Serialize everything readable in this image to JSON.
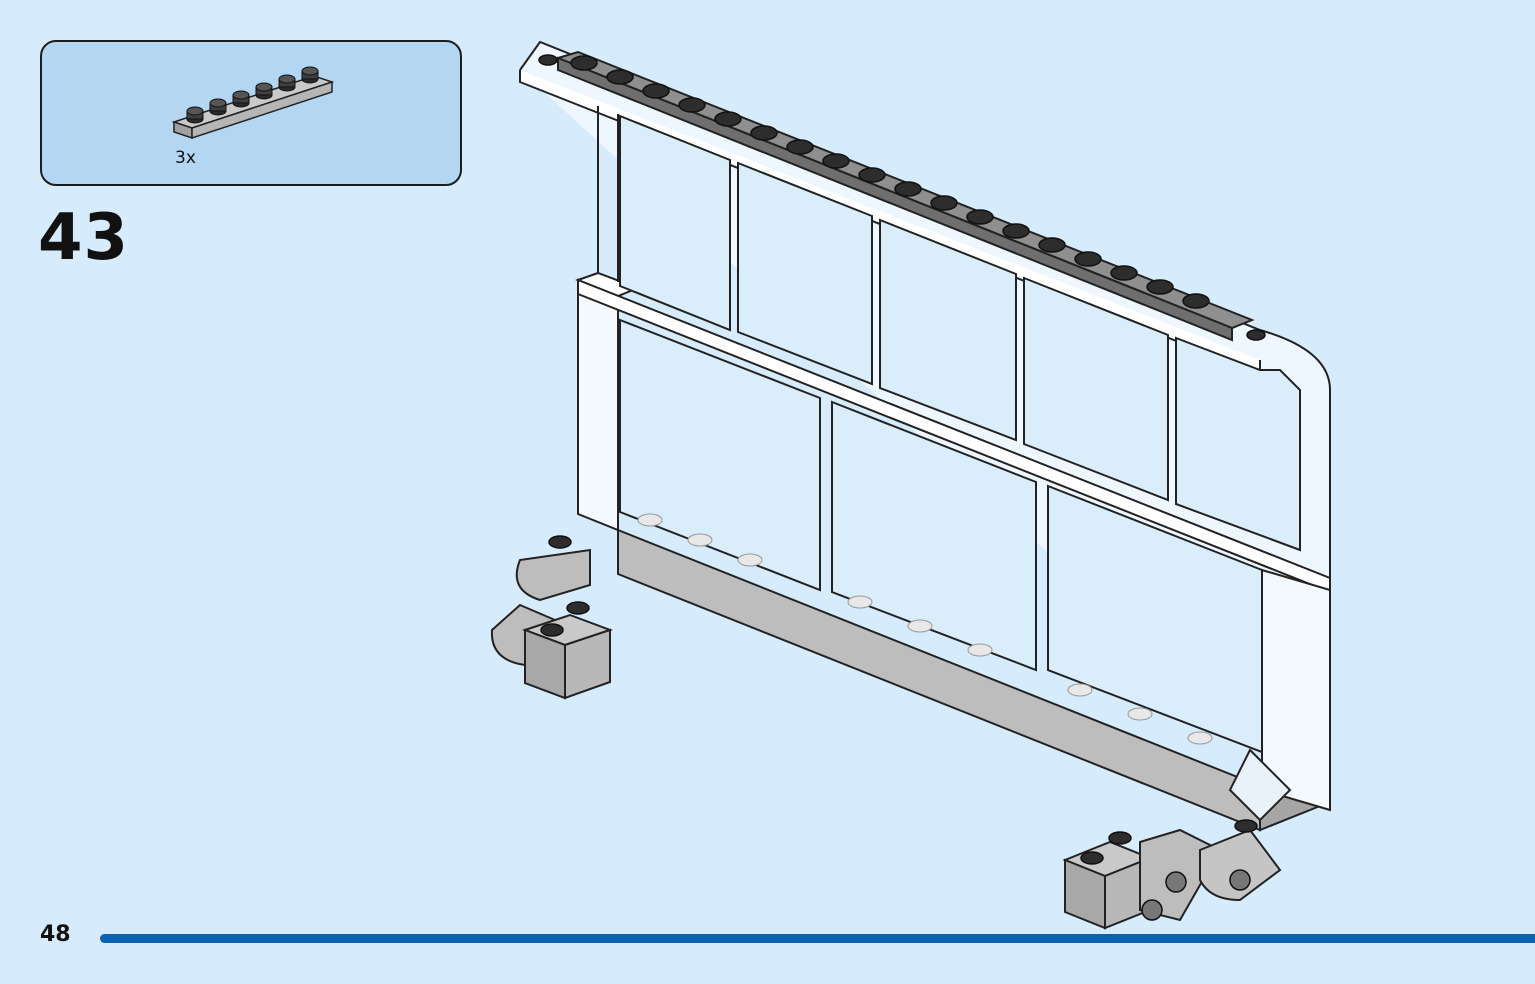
{
  "parts_callout": {
    "quantity": "3x",
    "part_icon": "plate-1x6-icon",
    "part_color": "#a8a8a8"
  },
  "step": {
    "number": "43"
  },
  "footer": {
    "page_number": "48",
    "progress_color": "#0a62b0"
  },
  "model": {
    "icon": "window-wall-assembly-icon",
    "frame_color": "#ffffff",
    "plate_color": "#8f8f8f",
    "brick_color": "#bdbdbd"
  }
}
